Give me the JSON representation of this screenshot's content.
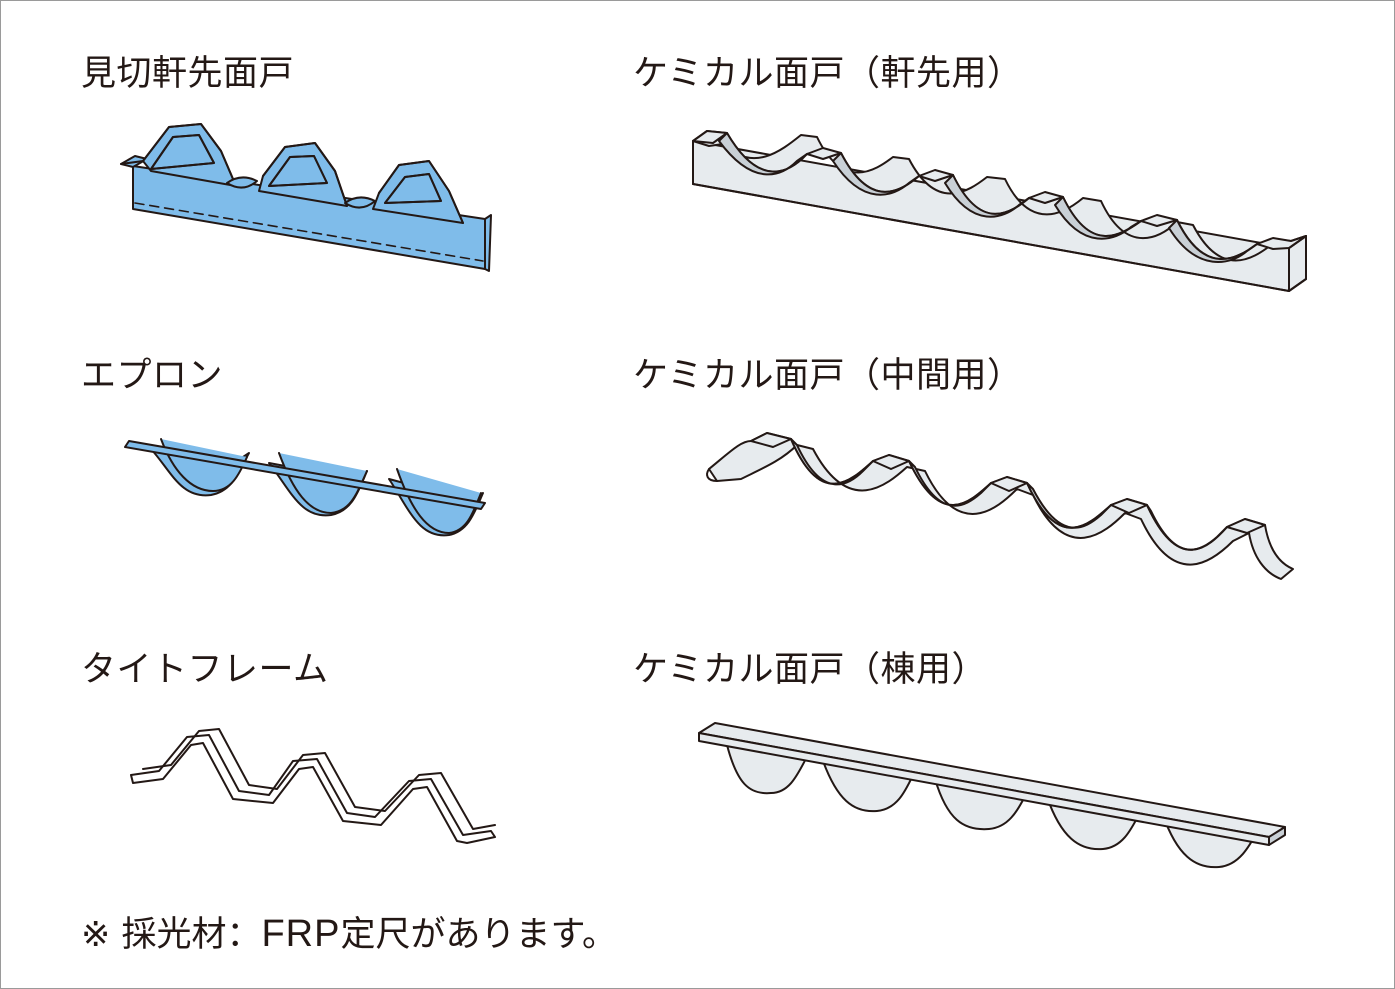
{
  "colors": {
    "blue_fill": "#7fbcea",
    "gray_fill": "#e7ebee",
    "shade_fill": "#c9d0d6",
    "outline": "#231815"
  },
  "items": [
    {
      "label": "見切軒先面戸",
      "icon": "blue-corrugated-closure-with-flange"
    },
    {
      "label": "ケミカル面戸（軒先用）",
      "icon": "gray-corrugated-eaves-closure"
    },
    {
      "label": "エプロン",
      "icon": "blue-apron-strip"
    },
    {
      "label": "ケミカル面戸（中間用）",
      "icon": "gray-corrugated-intermediate-closure"
    },
    {
      "label": "タイトフレーム",
      "icon": "tight-frame-profile"
    },
    {
      "label": "ケミカル面戸（棟用）",
      "icon": "gray-ridge-closure"
    }
  ],
  "note": {
    "prefix": "※ 採光材：",
    "frp": "FRP",
    "suffix": "定尺があります。"
  }
}
